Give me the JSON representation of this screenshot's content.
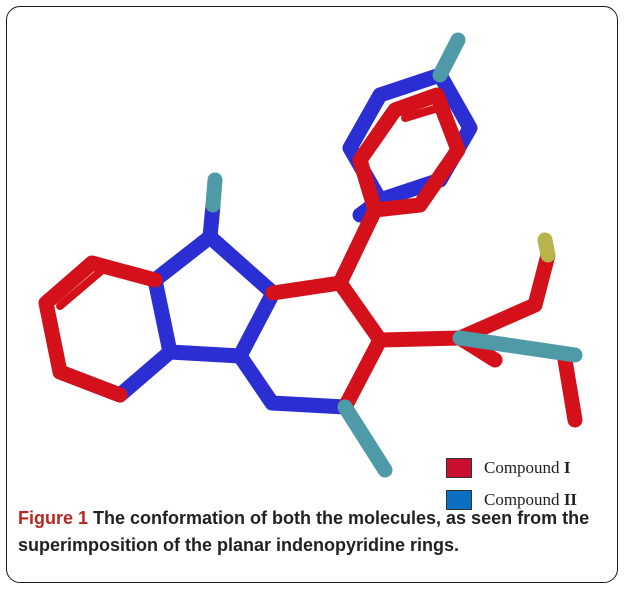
{
  "colors": {
    "compound_I": "#d4101a",
    "compound_II": "#2b2fd3",
    "terminal_atom": "#4e9aa6",
    "sulfur_atom": "#b7b44e",
    "figure_label": "#b7281f"
  },
  "legend": {
    "items": [
      {
        "prefix": "Compound ",
        "numeral": "I"
      },
      {
        "prefix": "Compound ",
        "numeral": "II"
      }
    ]
  },
  "caption": {
    "label": "Figure 1",
    "text": " The conformation of both the molecules, as seen from the superimposition of the planar indenopyridine rings."
  }
}
